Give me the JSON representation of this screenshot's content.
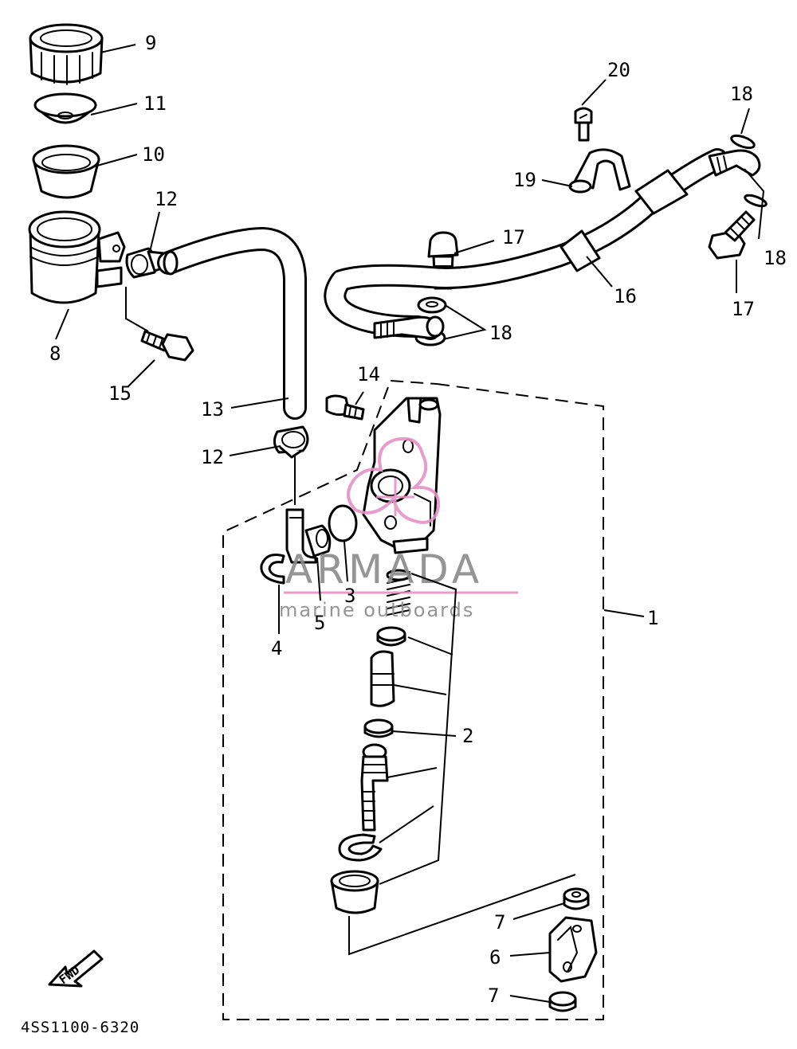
{
  "diagram": {
    "reference_code": "4SS1100-6320",
    "fwd_label": "FWD",
    "callouts": [
      "9",
      "11",
      "10",
      "12",
      "8",
      "15",
      "13",
      "12",
      "14",
      "17",
      "16",
      "18",
      "20",
      "19",
      "18",
      "18",
      "17",
      "3",
      "5",
      "4",
      "1",
      "2",
      "7",
      "6",
      "7"
    ]
  },
  "watermark": {
    "brand": "ARMADA",
    "tagline": "marine outboards",
    "accent_color": "#e592c6",
    "text_color": "#8a8a8a"
  }
}
